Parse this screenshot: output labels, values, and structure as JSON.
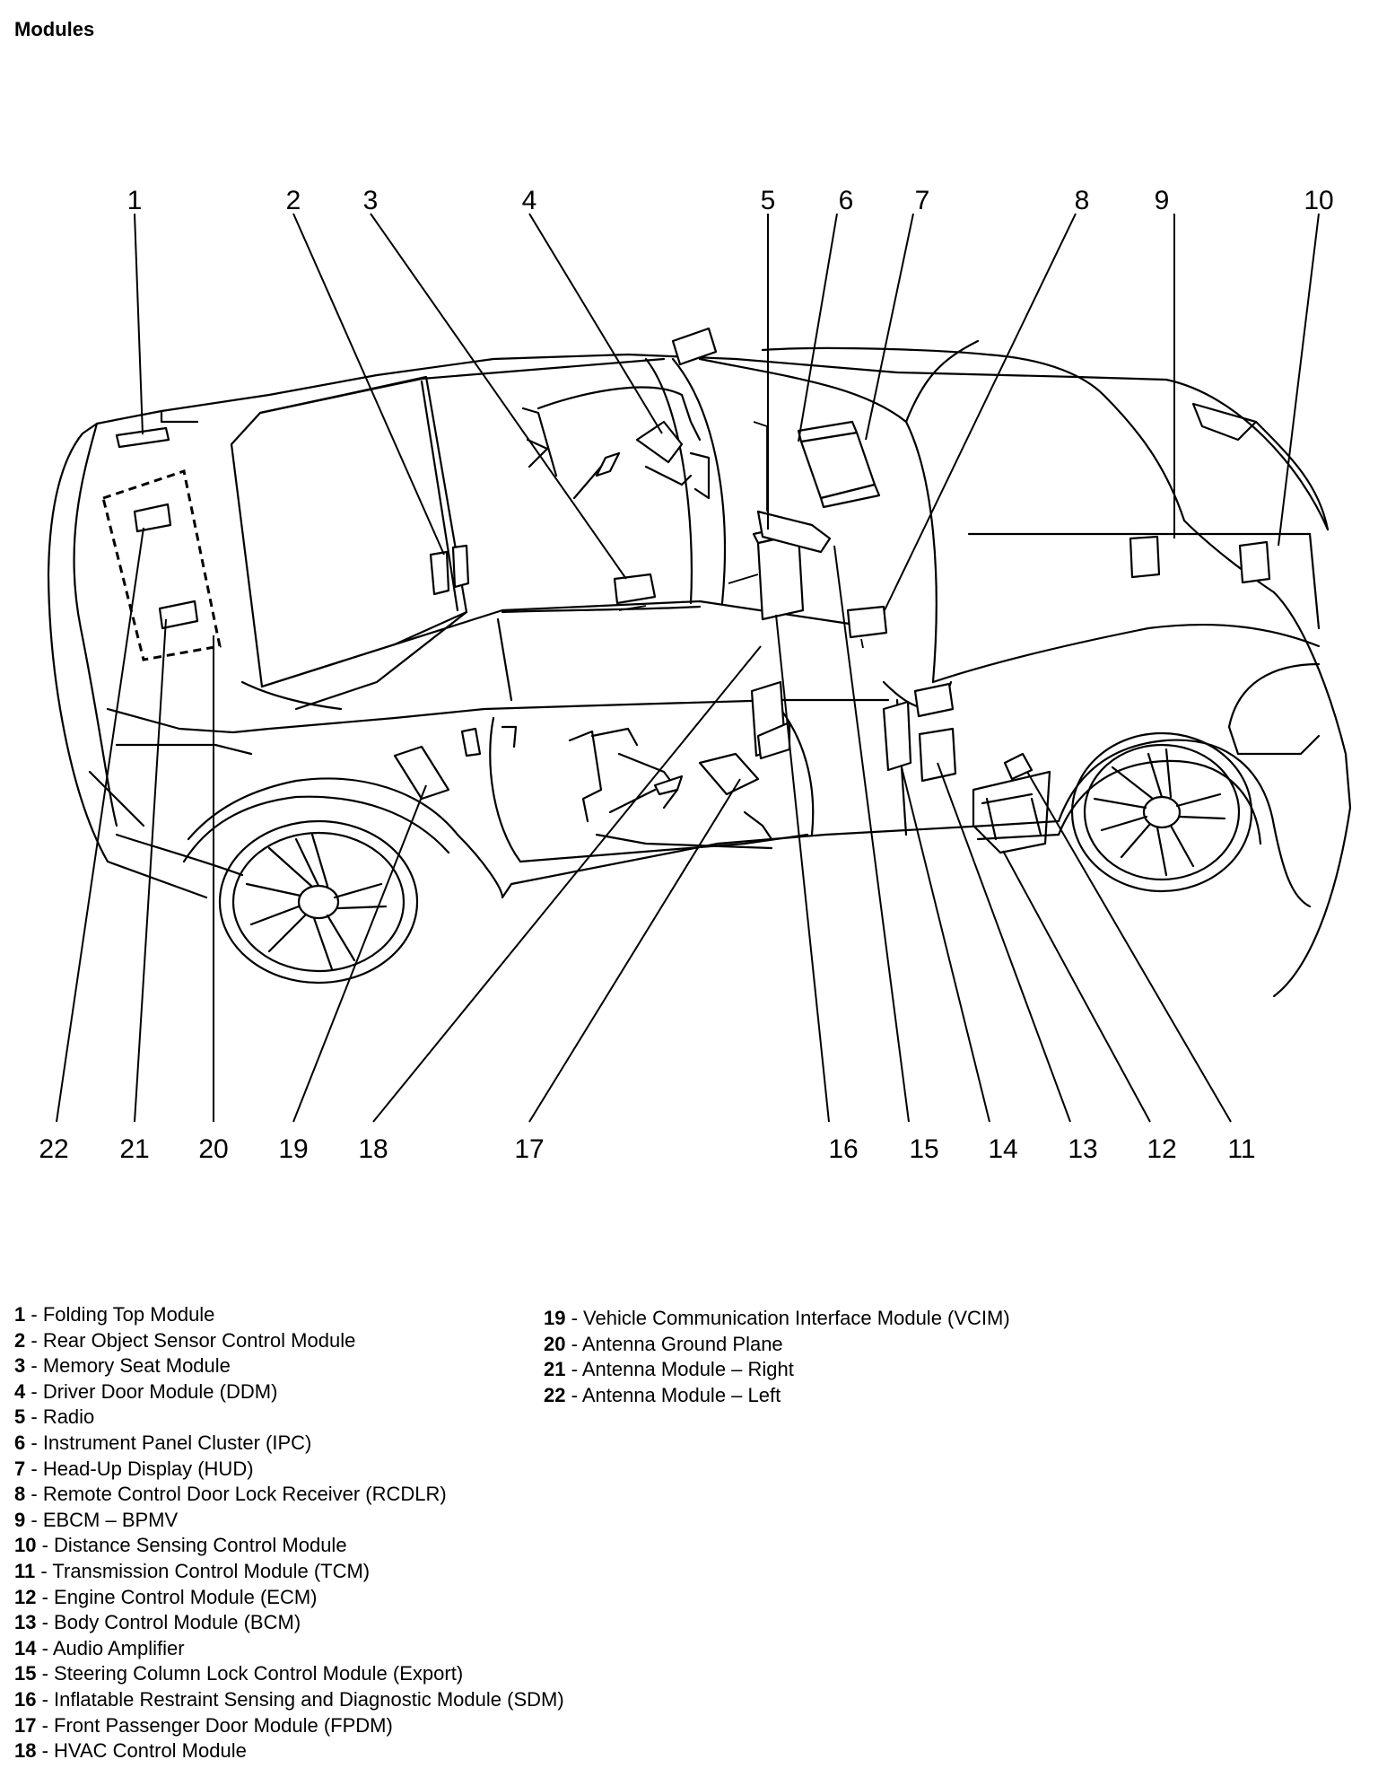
{
  "title": "Modules",
  "callouts": [
    "1",
    "2",
    "3",
    "4",
    "5",
    "6",
    "7",
    "8",
    "9",
    "10",
    "11",
    "12",
    "13",
    "14",
    "15",
    "16",
    "17",
    "18",
    "19",
    "20",
    "21",
    "22"
  ],
  "legend_left": [
    {
      "num": "1",
      "text": "Folding Top Module"
    },
    {
      "num": "2",
      "text": "Rear Object Sensor Control Module"
    },
    {
      "num": "3",
      "text": "Memory Seat Module"
    },
    {
      "num": "4",
      "text": "Driver Door Module (DDM)"
    },
    {
      "num": "5",
      "text": "Radio"
    },
    {
      "num": "6",
      "text": "Instrument Panel Cluster (IPC)"
    },
    {
      "num": "7",
      "text": "Head-Up Display (HUD)"
    },
    {
      "num": "8",
      "text": "Remote Control Door Lock Receiver (RCDLR)"
    },
    {
      "num": "9",
      "text": "EBCM – BPMV"
    },
    {
      "num": "10",
      "text": "Distance Sensing Control Module"
    },
    {
      "num": "11",
      "text": "Transmission Control Module (TCM)"
    },
    {
      "num": "12",
      "text": "Engine Control Module (ECM)"
    },
    {
      "num": "13",
      "text": "Body Control Module (BCM)"
    },
    {
      "num": "14",
      "text": "Audio Amplifier"
    },
    {
      "num": "15",
      "text": "Steering Column Lock Control Module (Export)"
    },
    {
      "num": "16",
      "text": "Inflatable Restraint Sensing and Diagnostic Module (SDM)"
    },
    {
      "num": "17",
      "text": "Front Passenger Door Module (FPDM)"
    },
    {
      "num": "18",
      "text": "HVAC Control Module"
    }
  ],
  "legend_right": [
    {
      "num": "19",
      "text": "Vehicle Communication Interface Module (VCIM)"
    },
    {
      "num": "20",
      "text": "Antenna Ground Plane"
    },
    {
      "num": "21",
      "text": "Antenna Module – Right"
    },
    {
      "num": "22",
      "text": "Antenna Module – Left"
    }
  ]
}
